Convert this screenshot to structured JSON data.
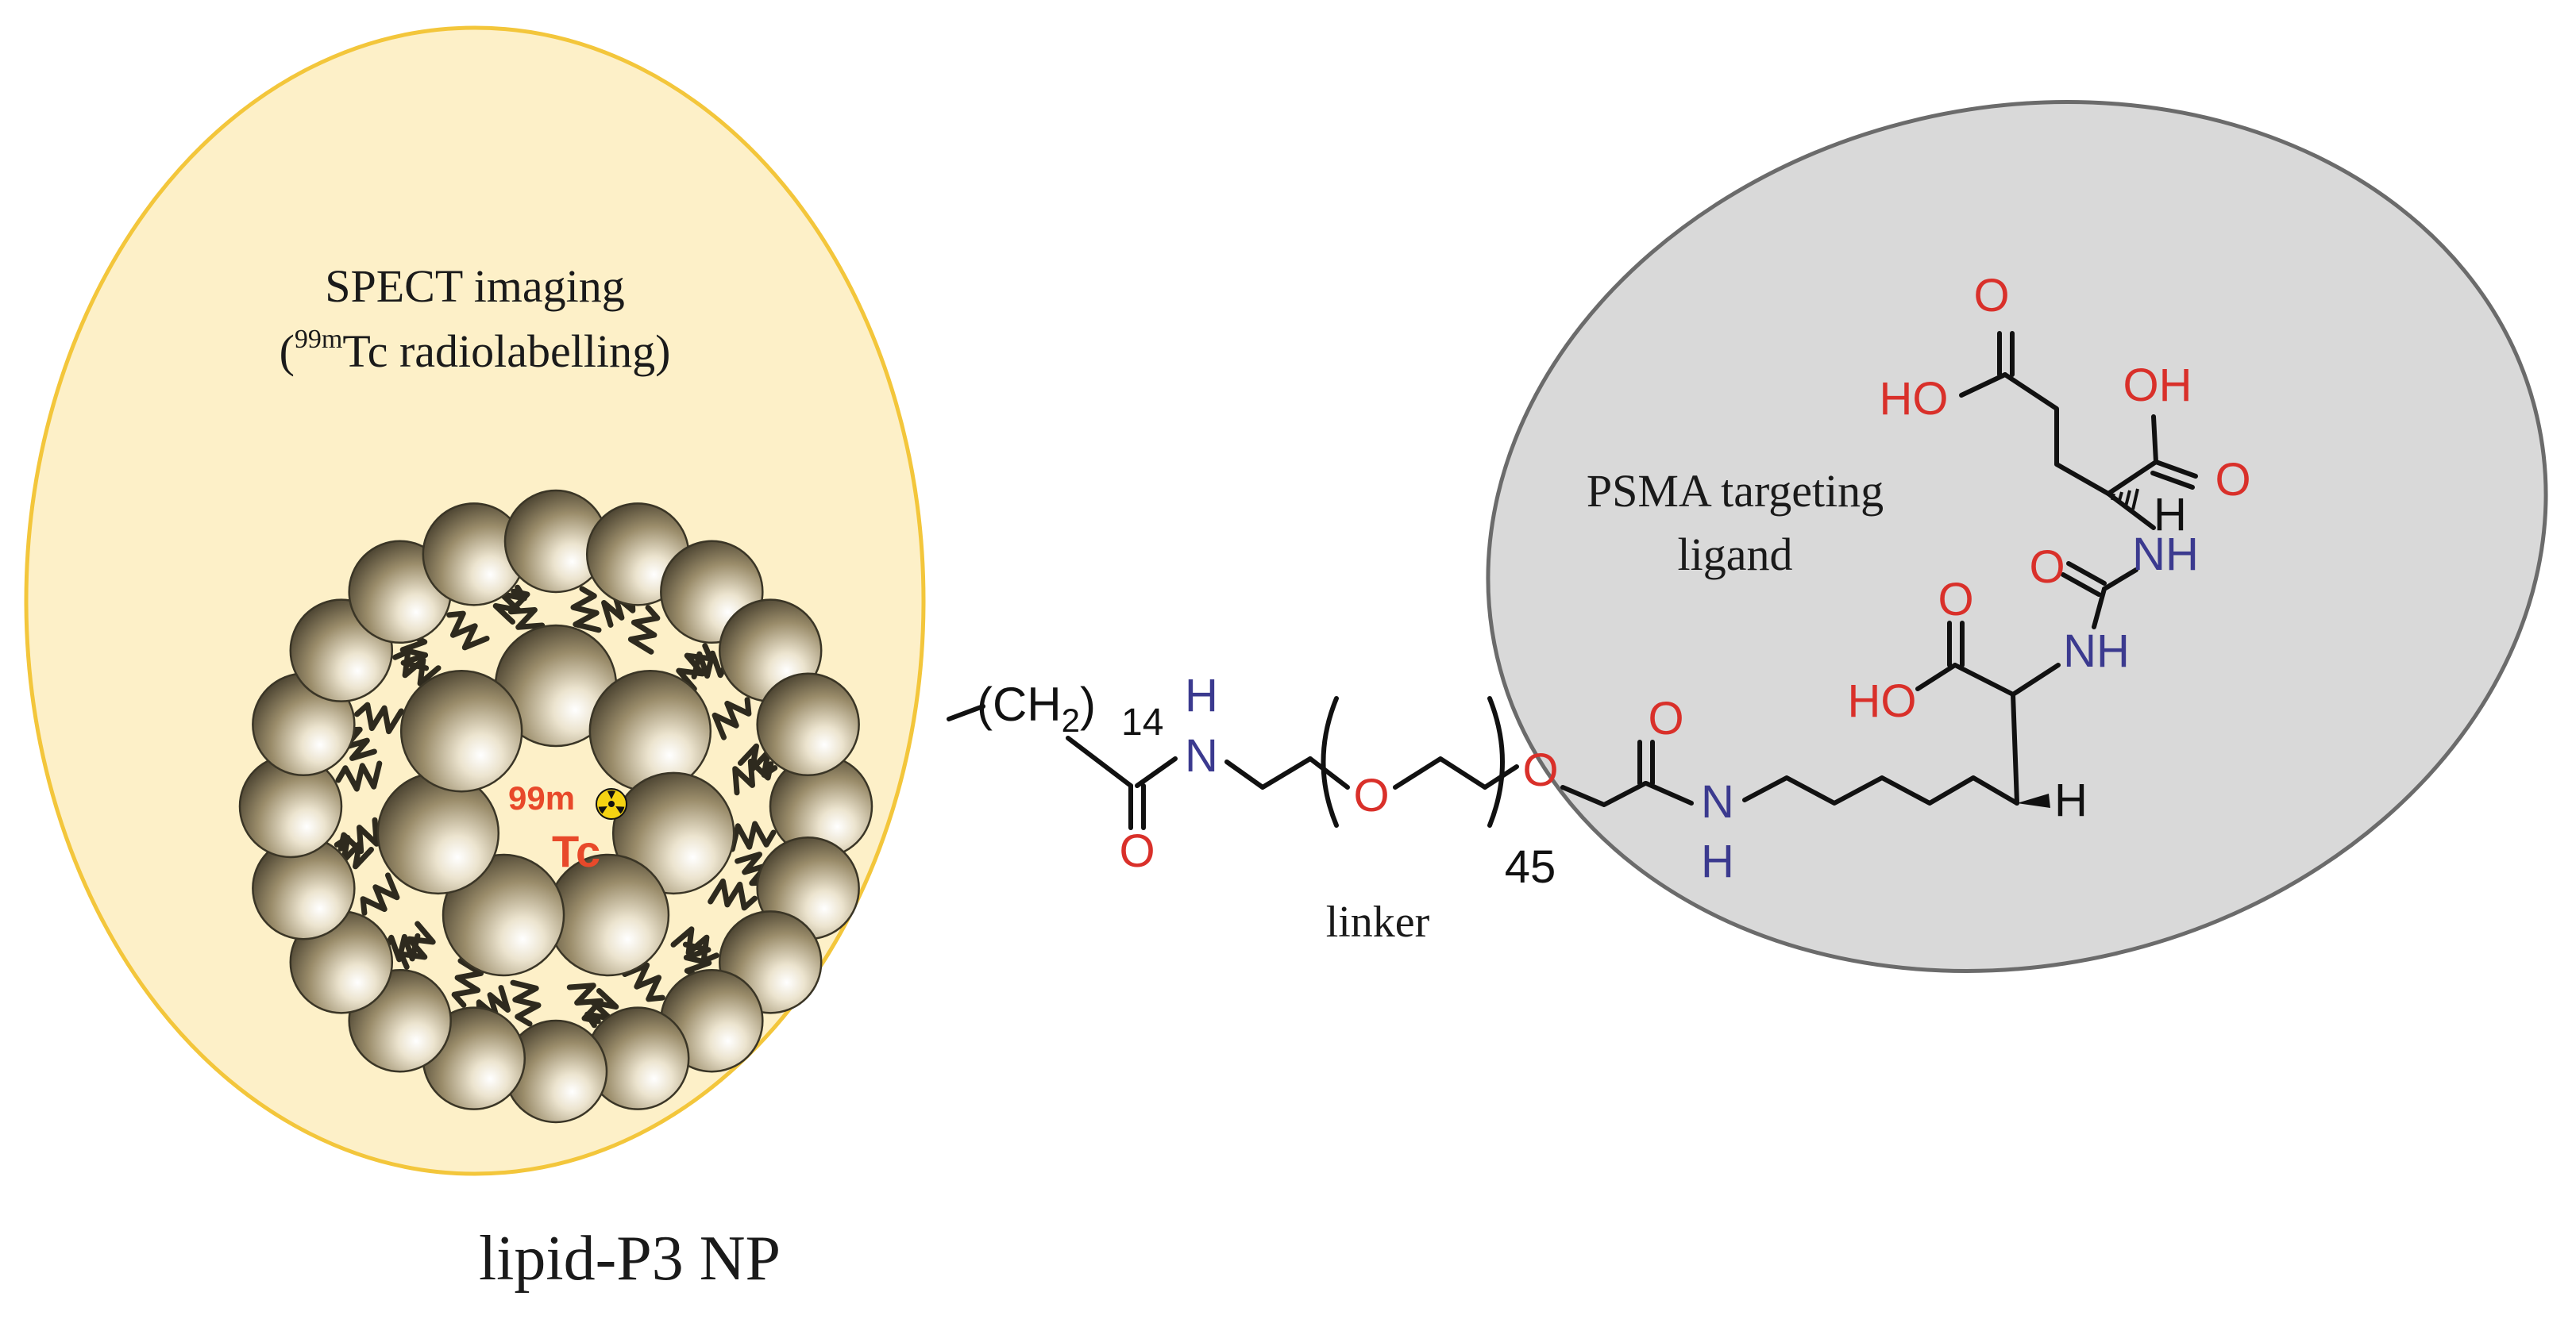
{
  "nanoparticle": {
    "title": "lipid-P3 NP",
    "imaging_line1": "SPECT imaging",
    "imaging_line2_open": "(",
    "imaging_line2_sup": "99m",
    "imaging_line2_rest": "Tc radiolabelling)",
    "core_mass": "99m",
    "core_symbol": "Tc",
    "radiation_icon": "radiation-icon"
  },
  "linker": {
    "label": "linker",
    "ch2_open": "(CH",
    "ch2_sub": "2",
    "ch2_close": ")",
    "ch2_count": "14",
    "peg_repeat": "45",
    "amide_N": "N",
    "amide_H": "H",
    "carbonyl_O": "O",
    "ether_O1": "O",
    "ether_O2": "O"
  },
  "ligand": {
    "label_line1": "PSMA targeting",
    "label_line2": "ligand",
    "top_carbonyl_O": "O",
    "top_acid_HO": "HO",
    "right_acid_OH": "OH",
    "right_acid_O": "O",
    "alpha_H": "H",
    "urea_NH_top": "NH",
    "urea_O": "O",
    "urea_NH_bottom": "NH",
    "lys_acid_O": "O",
    "lys_acid_HO": "HO",
    "lys_H": "H",
    "amide_N": "N",
    "amide_H": "H",
    "amide_O": "O"
  },
  "colors": {
    "oxygen": "#d9302a",
    "nitrogen": "#3b3a8f",
    "technetium": "#e8492a",
    "np_fill": "#fdf0c8",
    "np_border": "#f3c63b",
    "ligand_fill": "#d9d9d9",
    "ligand_border": "#6b6b6b"
  }
}
